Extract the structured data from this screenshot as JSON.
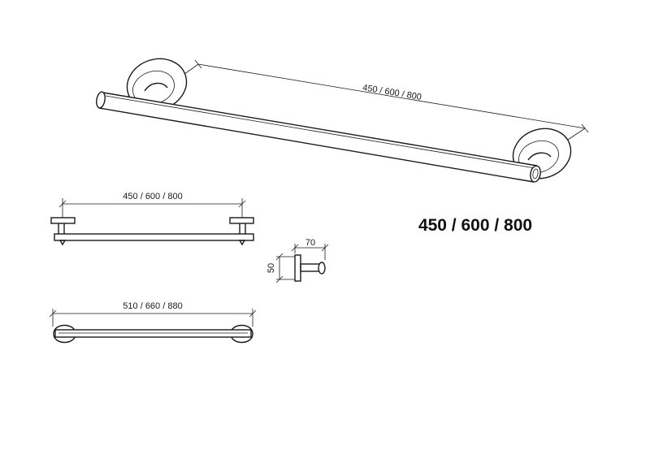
{
  "drawing": {
    "perspective_dimension": "450 / 600 / 800",
    "sizes_heading": "450 / 600 / 800",
    "front_view_dimension": "450 / 600 / 800",
    "side_view_depth": "70",
    "side_view_height": "50",
    "top_view_dimension": "510 / 660 / 880"
  },
  "colors": {
    "line": "#1a1a1a",
    "background": "#ffffff"
  }
}
